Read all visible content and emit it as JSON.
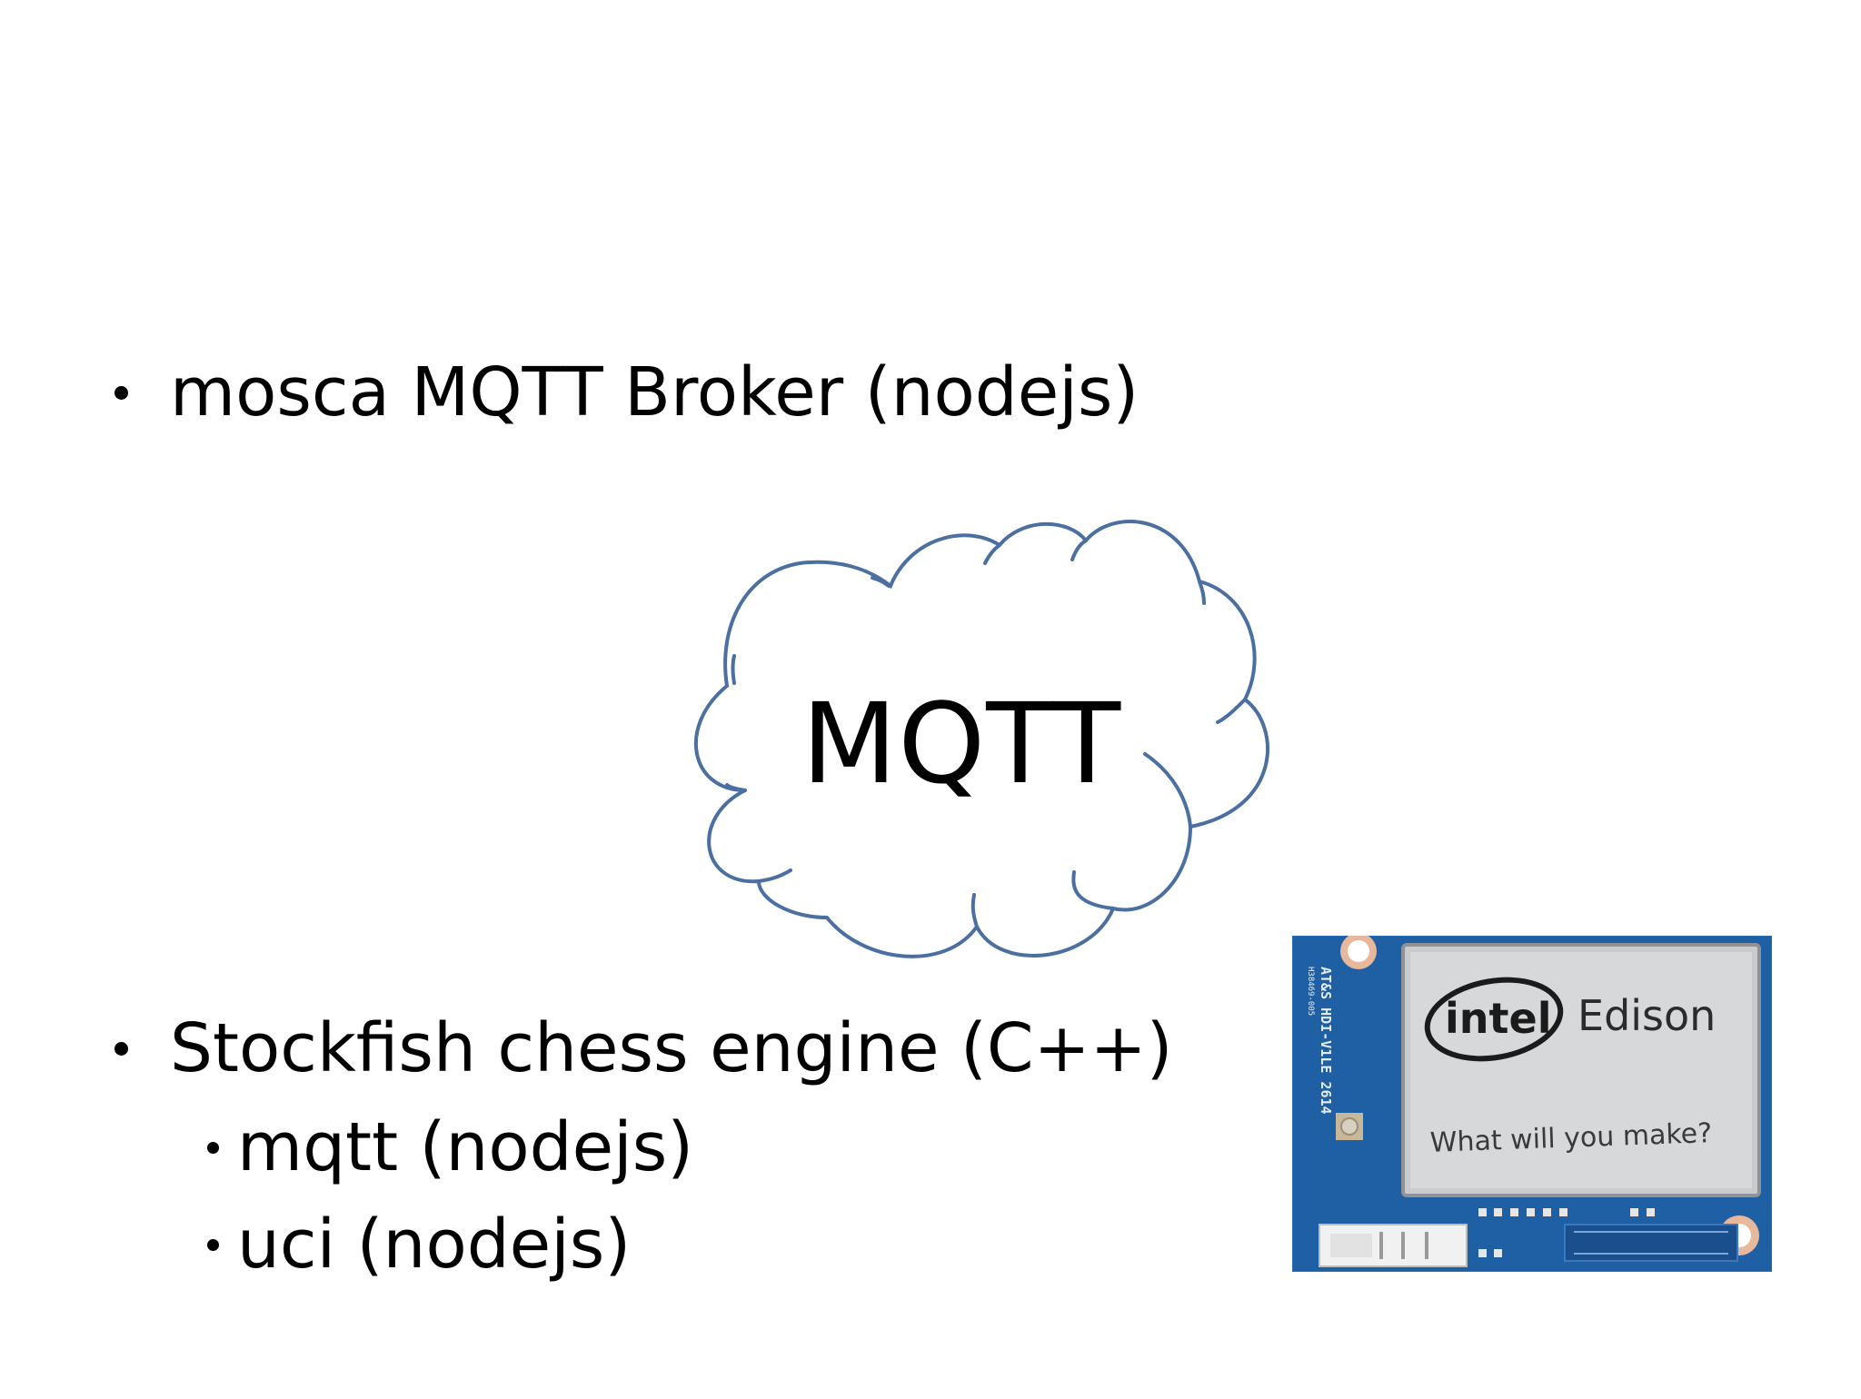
{
  "bullets": {
    "broker": "mosca MQTT Broker (nodejs)",
    "engine": "Stockfish chess engine (C++)",
    "sub_mqtt": "mqtt (nodejs)",
    "sub_uci": "uci (nodejs)"
  },
  "cloud": {
    "label": "MQTT",
    "stroke_color": "#4a6fa0"
  },
  "board": {
    "brand": "intel",
    "product": "Edison",
    "tagline": "What will you make?",
    "silkscreen_1": "H38469-005",
    "silkscreen_2": "AT&S HDI-V1LE 2614",
    "pcb_color": "#1f5fa4",
    "shield_color": "#c9cbcd"
  }
}
